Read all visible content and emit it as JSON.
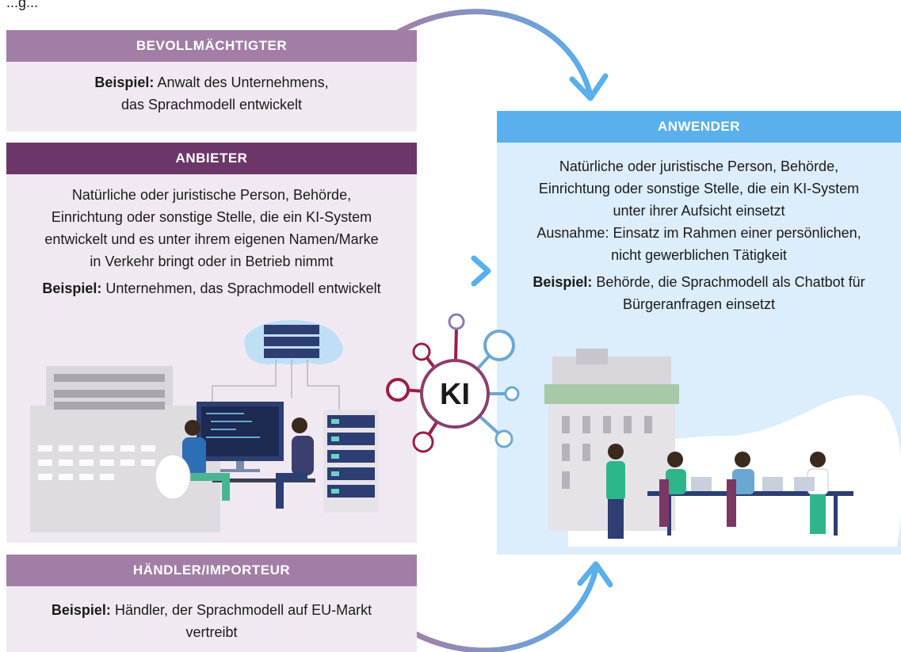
{
  "top_text": "...g...",
  "bevollmaechtigter": {
    "title": "BEVOLLMÄCHTIGTER",
    "example_label": "Beispiel:",
    "example_line1": "Anwalt des Unternehmens,",
    "example_line2": "das Sprachmodell entwickelt"
  },
  "anbieter": {
    "title": "ANBIETER",
    "desc_lines": [
      "Natürliche oder juristische Person, Behörde,",
      "Einrichtung oder sonstige Stelle, die ein KI-System",
      "entwickelt und es unter ihrem eigenen Namen/Marke",
      "in Verkehr bringt oder in Betrieb nimmt"
    ],
    "example_label": "Beispiel:",
    "example_text": "Unternehmen, das Sprachmodell entwickelt"
  },
  "haendler": {
    "title": "HÄNDLER/IMPORTEUR",
    "example_label": "Beispiel:",
    "example_line1": "Händler, der Sprachmodell auf EU-Markt",
    "example_line2": "vertreibt"
  },
  "anwender": {
    "title": "ANWENDER",
    "desc_lines": [
      "Natürliche oder juristische Person, Behörde,",
      "Einrichtung oder sonstige Stelle, die ein KI-System",
      "unter ihrer Aufsicht einsetzt",
      "Ausnahme: Einsatz im Rahmen einer persönlichen,",
      "nicht gewerblichen Tätigkeit"
    ],
    "example_label": "Beispiel:",
    "example_line1": "Behörde, die Sprachmodell als Chatbot für",
    "example_line2": "Bürgeranfragen einsetzt"
  },
  "hub": {
    "label": "KI"
  },
  "colors": {
    "purple_dark": "#6c3768",
    "purple_light": "#a27ea7",
    "panel_light": "#f1e9f2",
    "blue_header": "#5aafed",
    "blue_panel": "#dcedfb",
    "hub_red": "#9c1f45",
    "hub_blue": "#6aa8d4"
  }
}
